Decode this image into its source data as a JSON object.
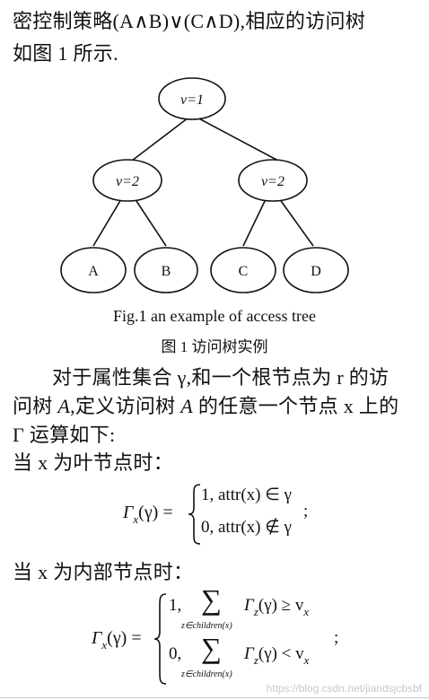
{
  "para1": {
    "line1": "密控制策略(A∧B)∨(C∧D),相应的访问树",
    "line2": "如图 1 所示."
  },
  "tree": {
    "root": "v=1",
    "left_internal": "v=2",
    "right_internal": "v=2",
    "leaves": [
      "A",
      "B",
      "C",
      "D"
    ]
  },
  "caption": {
    "en": "Fig.1    an example of access tree",
    "zh": "图 1    访问树实例"
  },
  "para2": {
    "line1": "对于属性集合 γ,和一个根节点为 r 的访",
    "line2_a": "问树 ",
    "line2_A1": "A",
    "line2_b": ",定义访问树 ",
    "line2_A2": "A",
    "line2_c": " 的任意一个节点 x 上的",
    "line3": "Γ 运算如下:",
    "leaf_heading": "当 x 为叶节点时：",
    "internal_heading": "当 x 为内部节点时："
  },
  "eq1": {
    "lhs": "Γ",
    "lhs_sub": "x",
    "lhs_arg": "(γ) =",
    "case1": "1, attr(x) ∈ γ",
    "case2": "0, attr(x) ∉ γ",
    "end": ";"
  },
  "eq2": {
    "lhs": "Γ",
    "lhs_sub": "x",
    "lhs_arg": "(γ) =",
    "c1_val": "1,",
    "c2_val": "0,",
    "sum": "∑",
    "sum_under": "z∈children(x)",
    "gamma": "Γ",
    "gamma_sub": "z",
    "c1_rel": "(γ) ≥ v",
    "c2_rel": "(γ) < v",
    "v_sub": "x",
    "end": ";"
  },
  "watermark": "https://blog.csdn.net/jiandsjcbsbf"
}
